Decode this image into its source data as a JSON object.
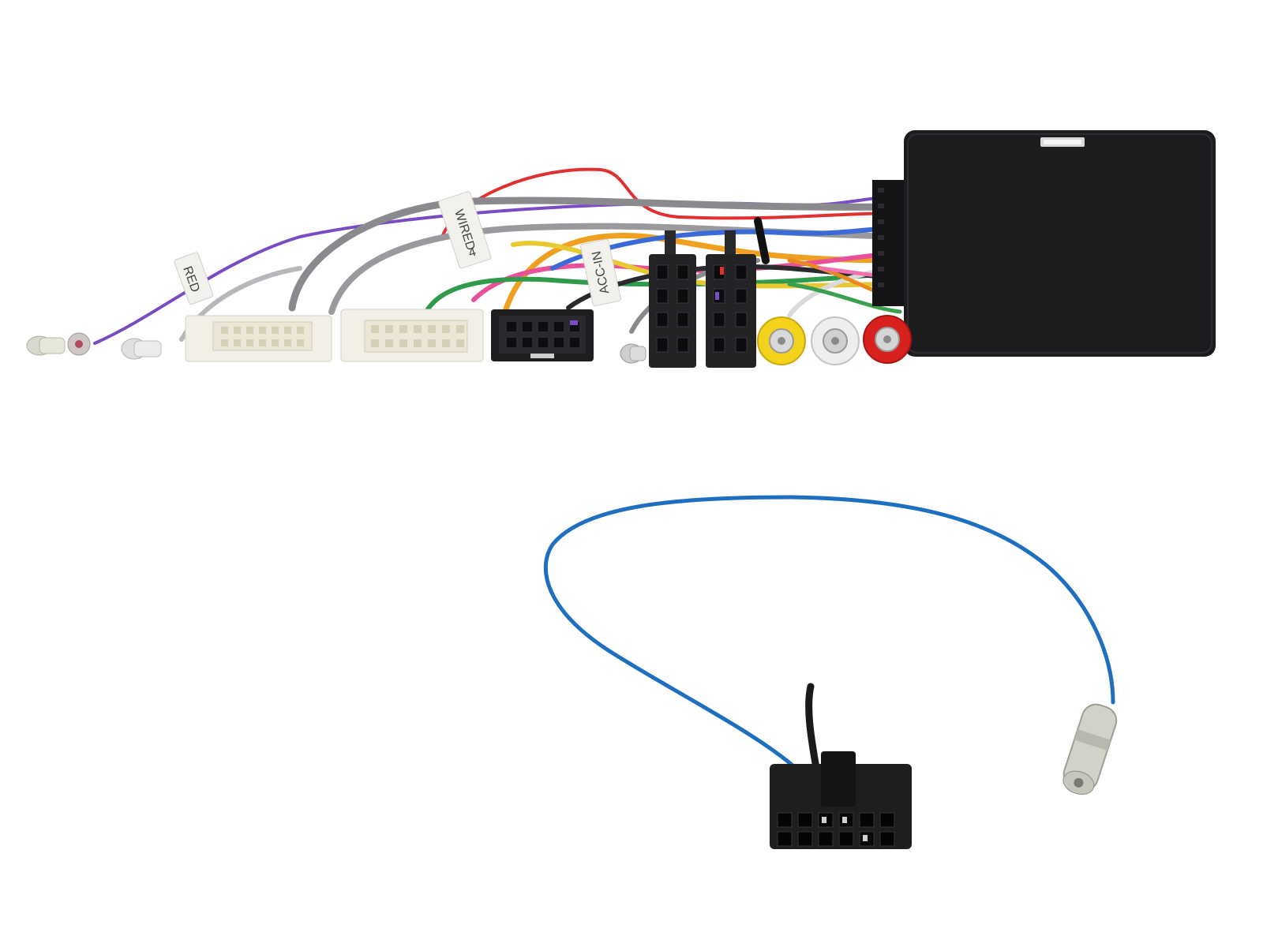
{
  "photo": {
    "subject": "car stereo interface harness with steering wheel control module and antenna adaptor",
    "labels": {
      "wire_tag_1": "WIRED",
      "wire_tag_1b": "4",
      "wire_tag_2": "ACC-IN",
      "wire_tag_3": "RED"
    },
    "colors": {
      "background": "#ffffff",
      "module_body": "#1c1c1e",
      "connector_white": "#f2efe6",
      "connector_black": "#1e1e20",
      "antenna_cable": "#1f6fc0",
      "rca_yellow": "#f2d21a",
      "rca_white": "#eeeeee",
      "rca_red": "#d8201e",
      "wire_purple": "#7a4cc4",
      "wire_red": "#e03030",
      "wire_gray": "#8a8a8e",
      "wire_orange": "#f0a020",
      "wire_pink": "#e8509a",
      "wire_green": "#2f9a4a",
      "wire_blue": "#3a6ad8",
      "wire_yellow": "#e8c830"
    },
    "icons": [
      "interface-module-icon",
      "iso-connector-icon",
      "rca-plug-icon",
      "antenna-plug-icon",
      "multipin-connector-icon"
    ]
  }
}
